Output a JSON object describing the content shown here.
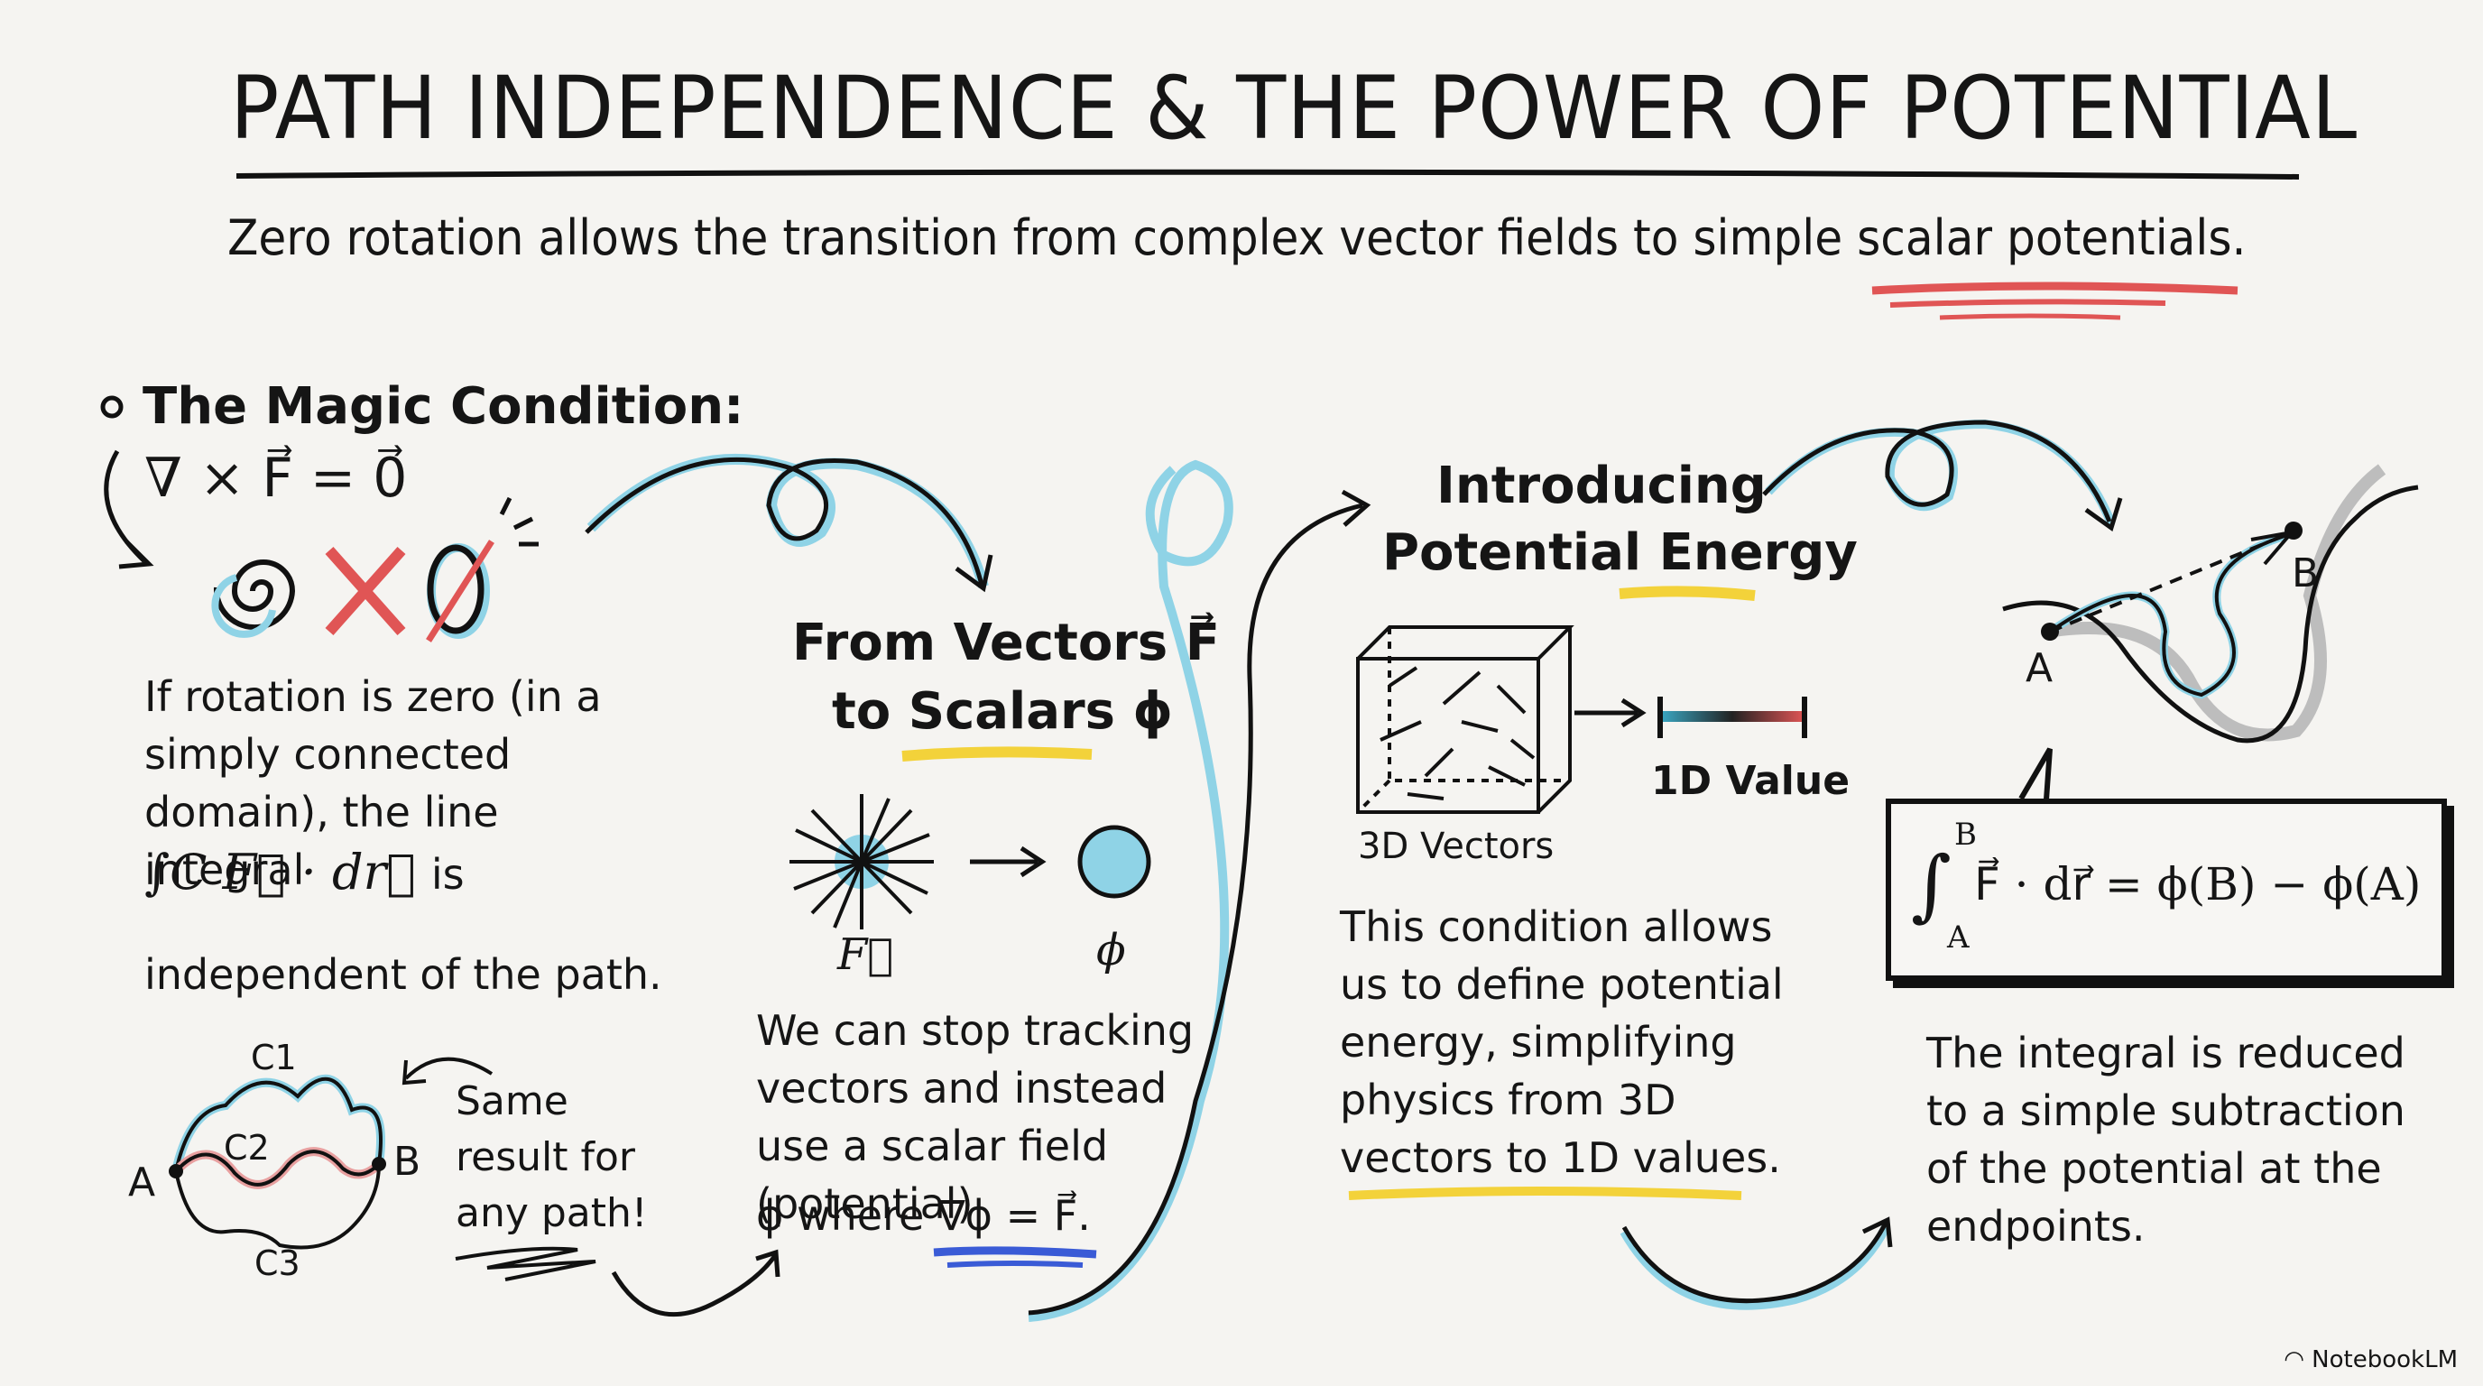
{
  "title": "PATH INDEPENDENCE & THE POWER OF POTENTIAL",
  "subtitle": "Zero rotation allows the transition from complex vector fields to simple scalar potentials.",
  "panel1": {
    "heading": "The Magic Condition:",
    "condition": "∇ × F⃗ = 0⃗",
    "body": "If rotation is zero (in a simply connected domain), the line integral",
    "integral": "∫C F⃗ · dr⃗",
    "body_is": "is",
    "body_end": "independent of the path.",
    "paths": {
      "point_a": "A",
      "point_b": "B",
      "c1": "C1",
      "c2": "C2",
      "c3": "C3"
    },
    "note": "Same result for any path!"
  },
  "panel2": {
    "heading_line1": "From Vectors F⃗",
    "heading_line2": "to Scalars ϕ",
    "vector_label": "F⃗",
    "scalar_label": "ϕ",
    "body": "We can stop tracking vectors and instead use a scalar field (potential)",
    "body_end": "ϕ where ∇ϕ = F⃗."
  },
  "panel3": {
    "heading_line1": "Introducing",
    "heading_line2": "Potential Energy",
    "vectors_label": "3D Vectors",
    "value_label": "1D Value",
    "body": "This condition allows us to define potential energy, simplifying physics from 3D vectors to 1D values."
  },
  "panel4": {
    "point_a": "A",
    "point_b": "B",
    "formula_upper": "B",
    "formula_lower": "A",
    "formula": "F⃗ · dr⃗ = ϕ(B) − ϕ(A)",
    "body": "The integral is reduced to a simple subtraction of the potential at the endpoints."
  },
  "brand": "NotebookLM",
  "colors": {
    "ink": "#151515",
    "red": "#e05555",
    "yellow": "#f3d23a",
    "blue": "#8fd3e6",
    "royal": "#3a5bd6"
  }
}
